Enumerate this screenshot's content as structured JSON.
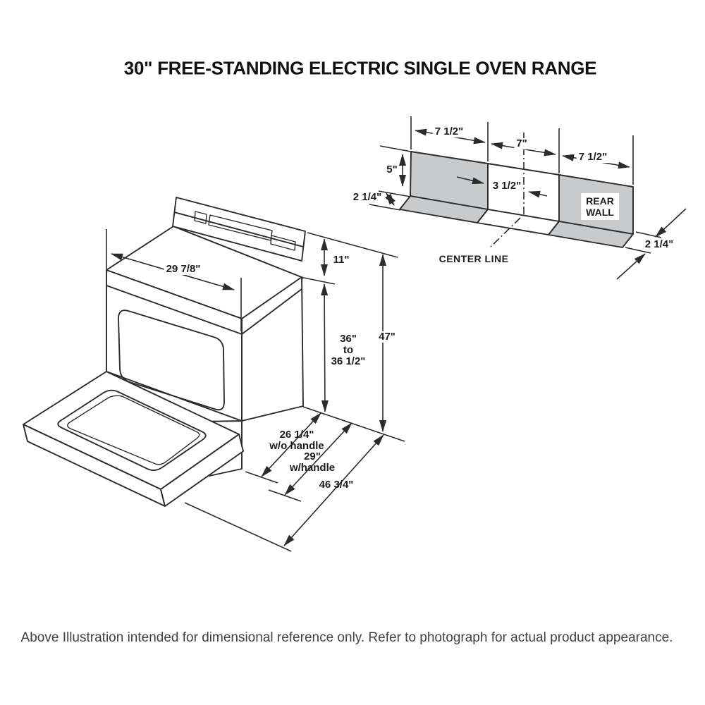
{
  "title": "30\" FREE-STANDING ELECTRIC SINGLE OVEN RANGE",
  "caption": "Above Illustration intended for dimensional reference only. Refer to photograph for actual product appearance.",
  "range_dimensions": {
    "cooktop_width": "29 7/8\"",
    "backsplash_height": "11\"",
    "cooktop_height": {
      "value": "36\"",
      "joiner": "to",
      "value2": "36 1/2\""
    },
    "overall_height": "47\"",
    "depth_without_handle": {
      "value": "26 1/4\"",
      "note": "w/o handle"
    },
    "depth_with_handle": {
      "value": "29\"",
      "note": "w/handle"
    },
    "depth_door_open": "46 3/4\""
  },
  "rear_wall_dimensions": {
    "left_section_width": "7 1/2\"",
    "center_section_width": "7\"",
    "right_section_width": "7 1/2\"",
    "backguard_height": "5\"",
    "left_depth": "2 1/4\"",
    "center_offset": "3 1/2\"",
    "right_depth": "2 1/4\"",
    "rear_wall_label": {
      "line1": "REAR",
      "line2": "WALL"
    },
    "center_line_label": "CENTER LINE"
  },
  "colors": {
    "wall_shade": "#c8cacc",
    "line_color": "#2b2b2b"
  }
}
